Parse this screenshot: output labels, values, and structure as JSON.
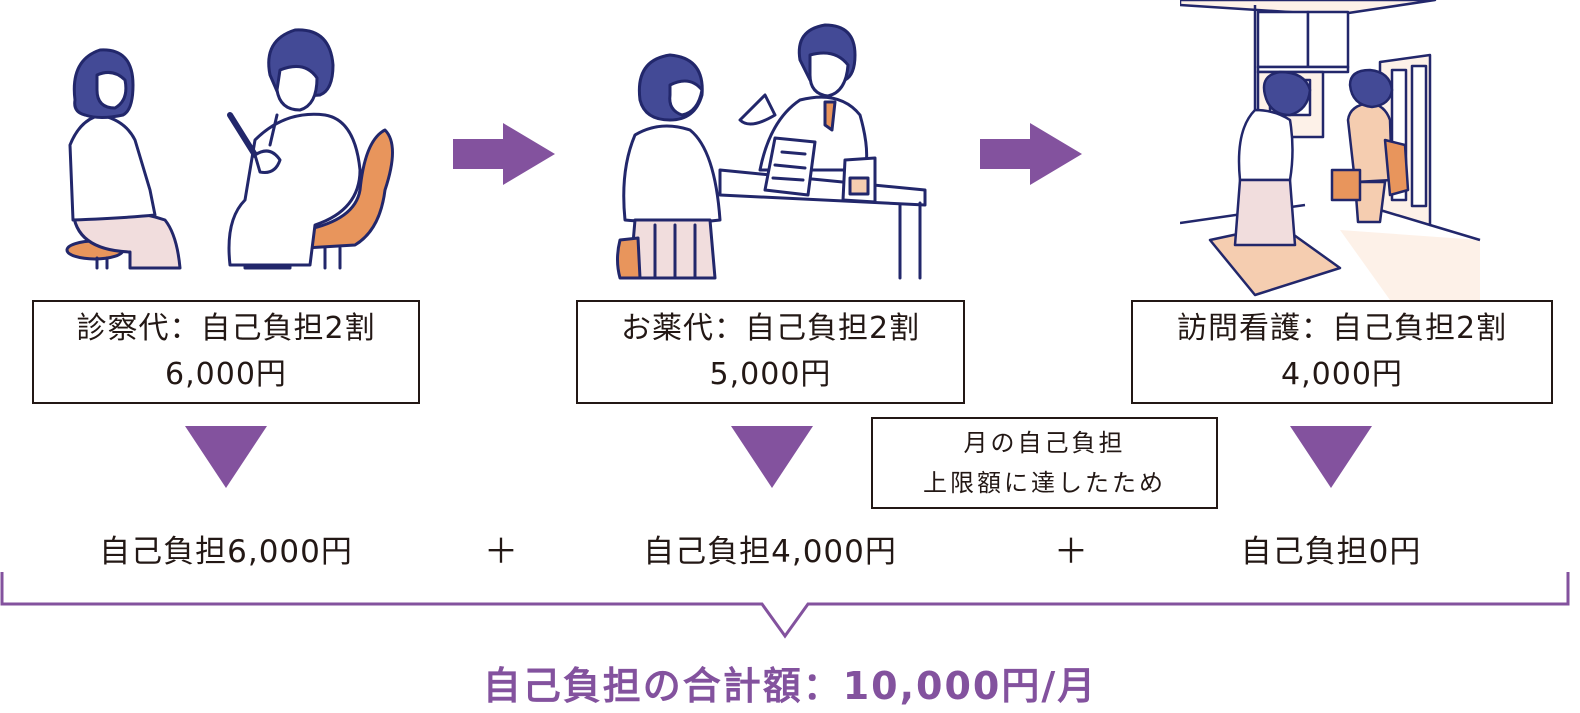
{
  "colors": {
    "accent": "#83529e",
    "text": "#231815",
    "outline": "#22276b",
    "hair": "#434a96",
    "orange": "#e8955c",
    "pink": "#f1dddd",
    "cream": "#fdf1e8"
  },
  "steps": [
    {
      "illustration": "doctor-consultation",
      "box_line1": "診察代：自己負担2割",
      "box_line2": "6,000円",
      "result": "自己負担6,000円"
    },
    {
      "illustration": "pharmacy-counter",
      "box_line1": "お薬代：自己負担2割",
      "box_line2": "5,000円",
      "result": "自己負担4,000円"
    },
    {
      "illustration": "home-nursing-visit",
      "box_line1": "訪問看護：自己負担2割",
      "box_line2": "4,000円",
      "result": "自己負担0円"
    }
  ],
  "note": {
    "line1": "月の自己負担",
    "line2": "上限額に達したため"
  },
  "operators": [
    "＋",
    "＋"
  ],
  "total": "自己負担の合計額：10,000円/月"
}
